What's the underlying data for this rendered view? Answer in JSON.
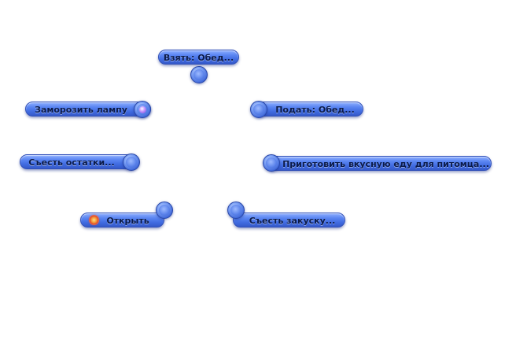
{
  "pie_menu": {
    "items": [
      {
        "label": "Взять: Обед..."
      },
      {
        "label": "Заморозить лампу"
      },
      {
        "label": "Подать: Обед..."
      },
      {
        "label": "Съесть остатки..."
      },
      {
        "label": "Приготовить вкусную еду для питомца..."
      },
      {
        "label": "Открыть"
      },
      {
        "label": "Съесть закуску..."
      }
    ]
  },
  "icons": {
    "knob": "orb-knob-icon",
    "lamp": "violet-gem-icon",
    "open": "orange-ring-icon"
  },
  "colors": {
    "pill_top": "#8fb0ff",
    "pill_bottom": "#3559c9",
    "text": "#0a1a4a"
  }
}
